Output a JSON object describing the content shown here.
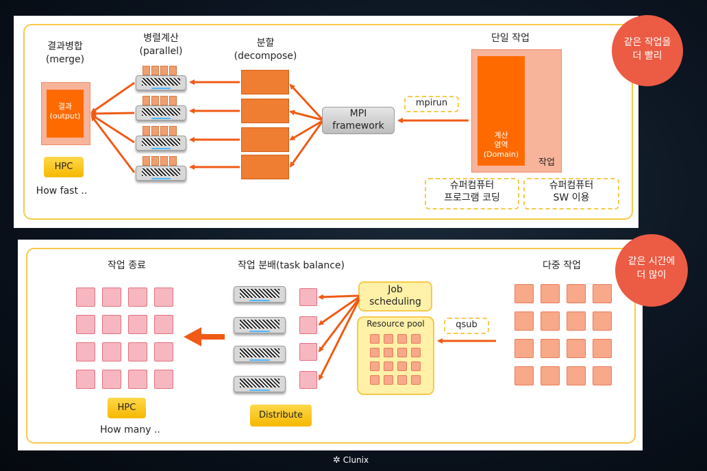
{
  "top": {
    "merge_title": "결과병합",
    "merge_sub": "(merge)",
    "result_label": "결과\n(output)",
    "hpc_label": "HPC",
    "how_fast": "How fast ..",
    "parallel_title": "병렬계산",
    "parallel_sub": "(parallel)",
    "decompose_title": "분할",
    "decompose_sub": "(decompose)",
    "mpi_label": "MPI\nframework",
    "mpirun_label": "mpirun",
    "single_job_title": "단일 작업",
    "domain_label": "계산\n영역\n(Domain)",
    "job_label": "작업",
    "sc_coding": "슈퍼컴퓨터\n프로그램 코딩",
    "sc_sw": "슈퍼컴퓨터\nSW 이용",
    "badge": "같은 작업을\n더 빨리"
  },
  "bottom": {
    "done_title": "작업 종료",
    "hpc_label": "HPC",
    "how_many": "How many ..",
    "balance_title": "작업 분배(task balance)",
    "distribute_label": "Distribute",
    "job_scheduling": "Job\nscheduling",
    "resource_pool": "Resource pool",
    "qsub_label": "qsub",
    "multi_job_title": "다중 작업",
    "badge": "같은 시간에\n더 많이"
  },
  "footer": {
    "logo_text": "Clunix"
  },
  "colors": {
    "accent_orange": "#ef7d32",
    "arrow": "#f05a14",
    "frame": "#f7c948",
    "badge": "#ec5b44"
  }
}
